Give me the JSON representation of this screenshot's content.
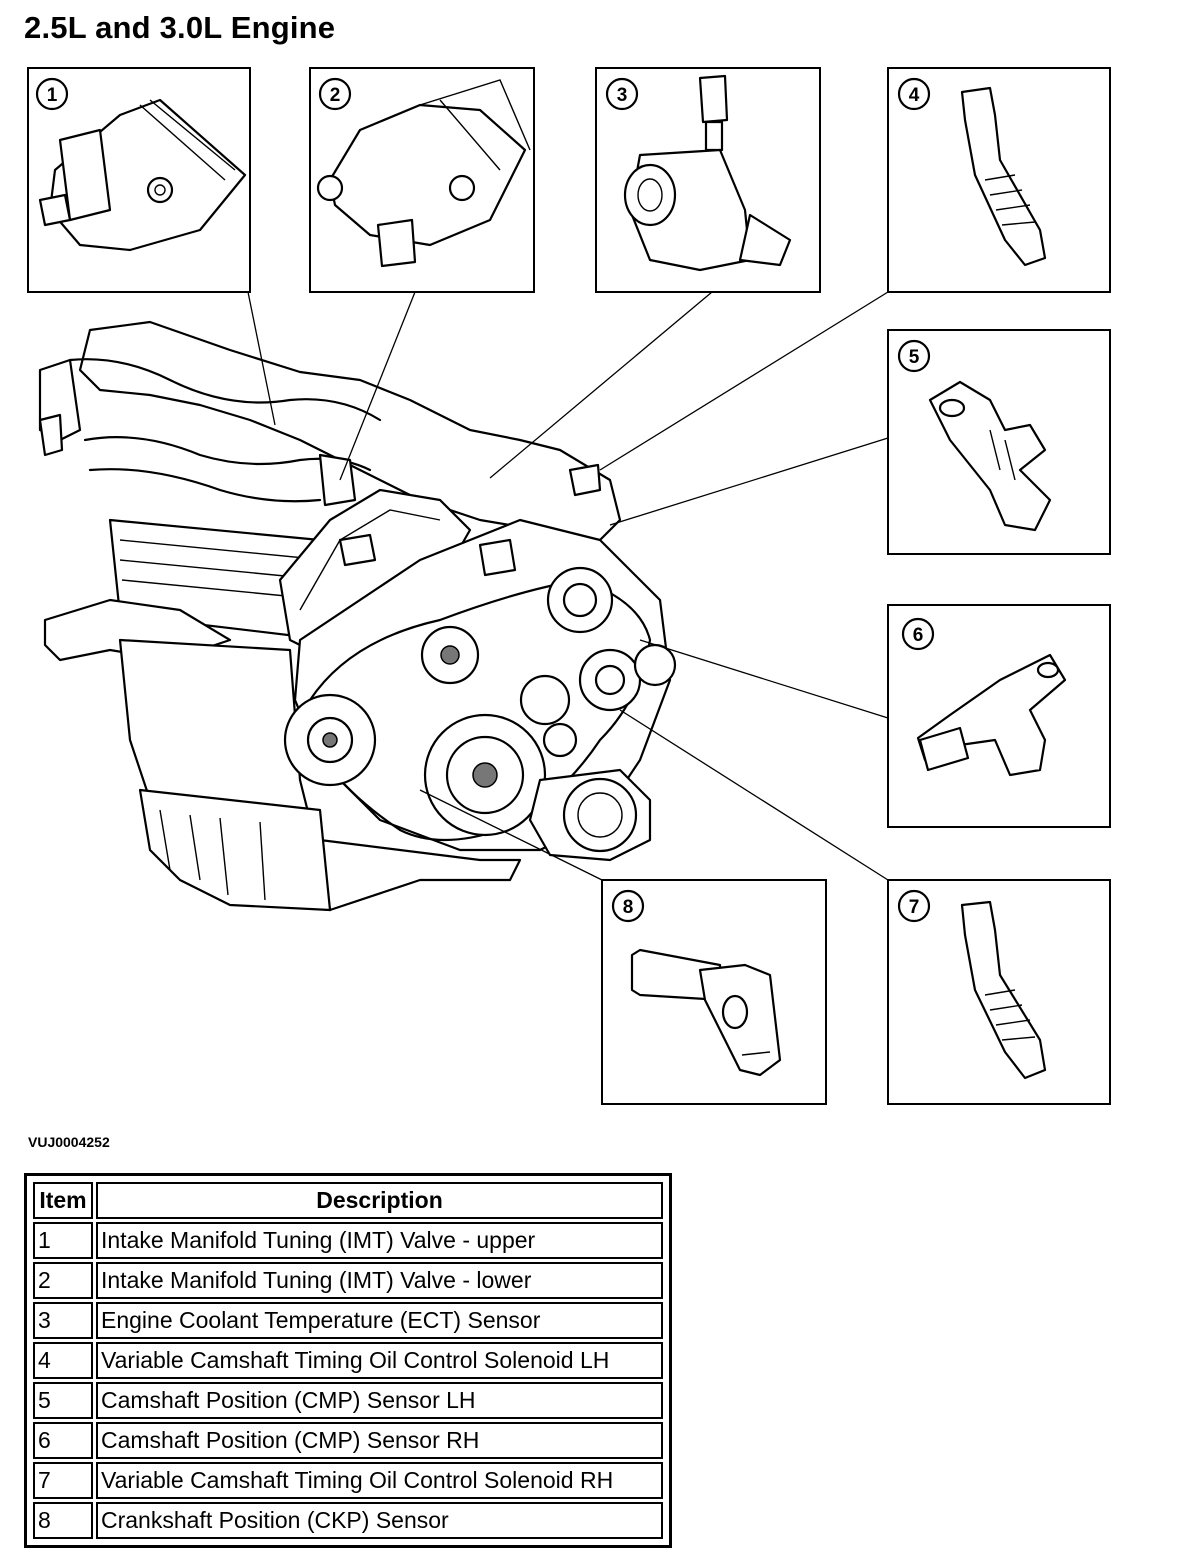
{
  "title": "2.5L and 3.0L Engine",
  "figure_id": "VUJ0004252",
  "callouts": [
    "1",
    "2",
    "3",
    "4",
    "5",
    "6",
    "7",
    "8"
  ],
  "table": {
    "headers": [
      "Item",
      "Description"
    ],
    "rows": [
      {
        "item": "1",
        "description": "Intake Manifold Tuning (IMT) Valve - upper"
      },
      {
        "item": "2",
        "description": "Intake Manifold Tuning (IMT) Valve - lower"
      },
      {
        "item": "3",
        "description": "Engine Coolant Temperature (ECT) Sensor"
      },
      {
        "item": "4",
        "description": "Variable Camshaft Timing Oil Control Solenoid LH"
      },
      {
        "item": "5",
        "description": "Camshaft Position (CMP) Sensor LH"
      },
      {
        "item": "6",
        "description": "Camshaft Position (CMP) Sensor RH"
      },
      {
        "item": "7",
        "description": "Variable Camshaft Timing Oil Control Solenoid RH"
      },
      {
        "item": "8",
        "description": "Crankshaft Position (CKP) Sensor"
      }
    ]
  }
}
